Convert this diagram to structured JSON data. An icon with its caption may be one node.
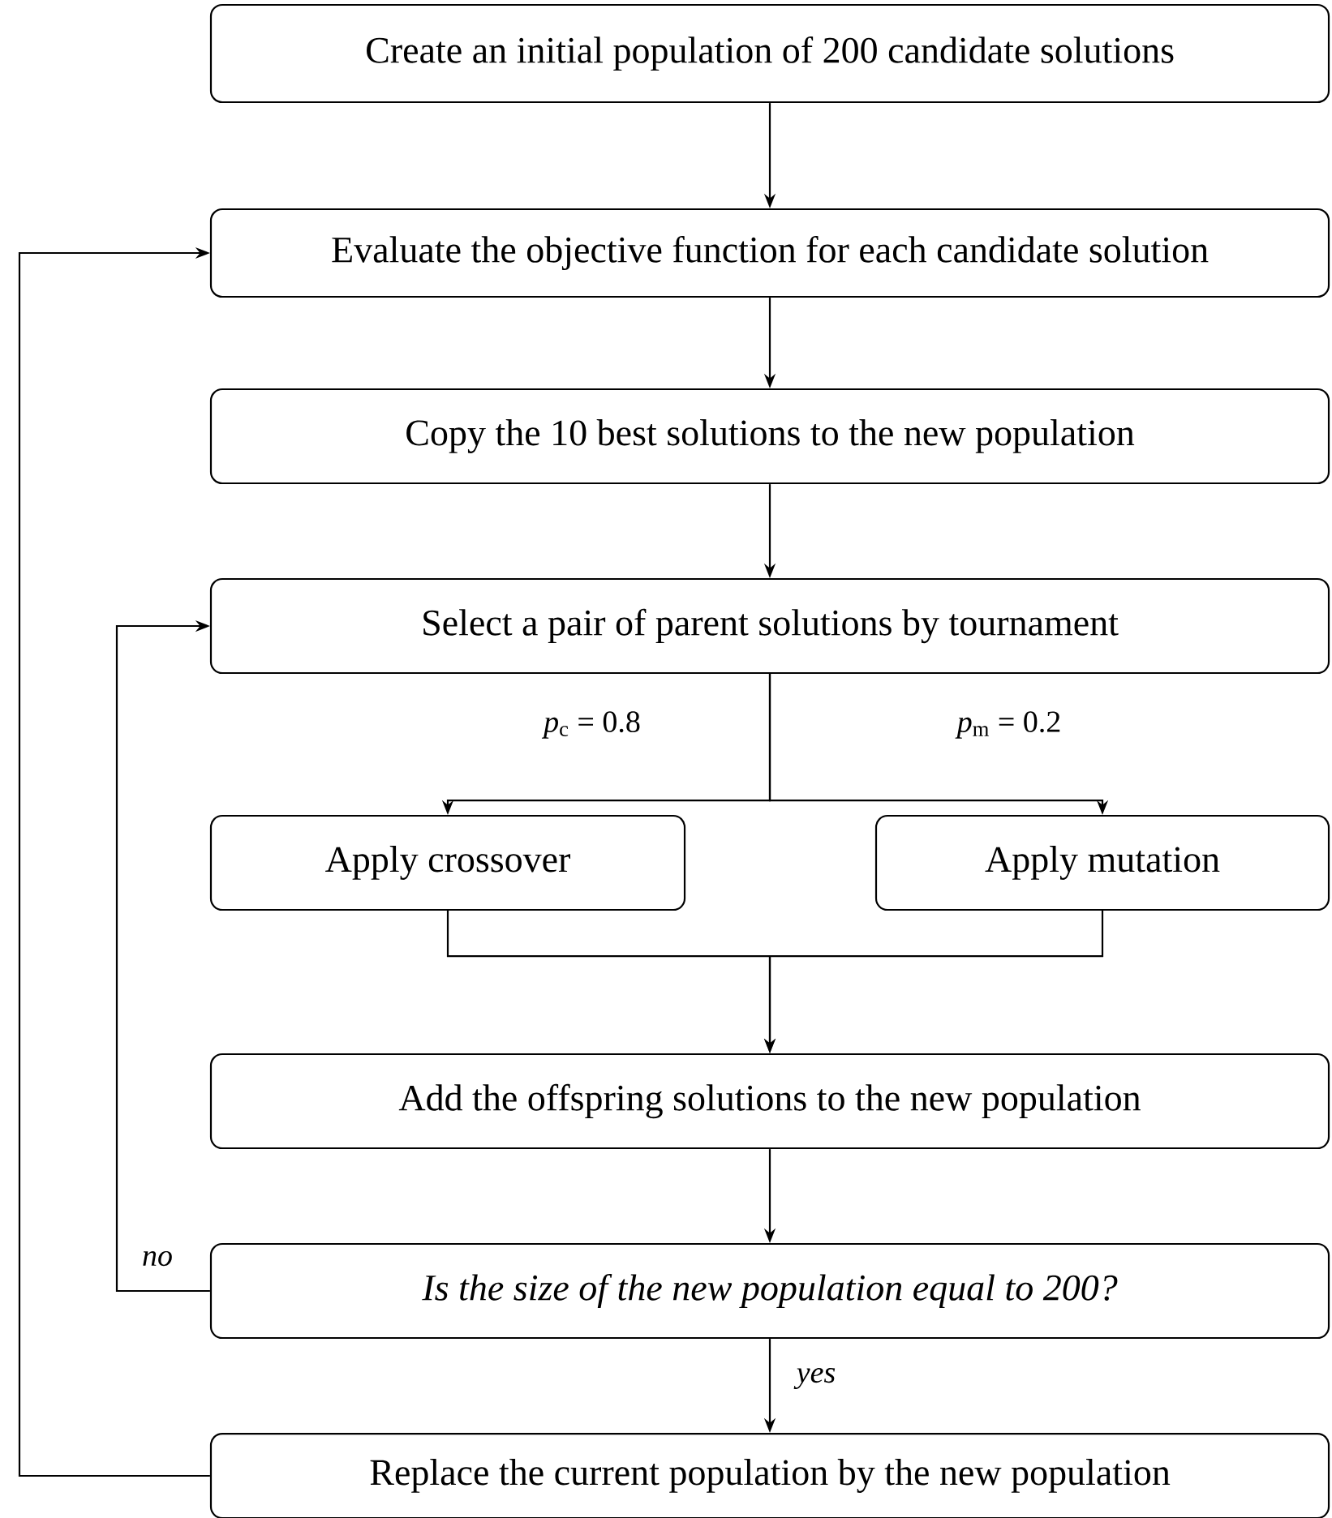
{
  "diagram": {
    "nodes": [
      {
        "text": [
          "Create an initial population of 200 candidate solutions"
        ]
      },
      {
        "text": [
          "Evaluate the objective function for each candidate solution"
        ]
      },
      {
        "text": [
          "Copy the 10 best solutions to the new population"
        ]
      },
      {
        "text": [
          "Select a pair of parent solutions by tournament"
        ]
      },
      {
        "text": [
          "Apply crossover"
        ]
      },
      {
        "text": [
          "Apply mutation"
        ]
      },
      {
        "text": [
          "Add the offspring solutions to the new population"
        ]
      },
      {
        "text": [
          "Is the size of the new population equal to 200?"
        ]
      },
      {
        "text": [
          "Replace the current population by the new population"
        ]
      }
    ],
    "edges": [
      {
        "from": 0,
        "to": 1,
        "arrow": "to"
      },
      {
        "from": 1,
        "to": 2,
        "arrow": "to"
      },
      {
        "from": 2,
        "to": 3,
        "arrow": "to"
      },
      {
        "from": 3,
        "to": 4,
        "arrow": "to",
        "label": "*p*$_{c}$ = 0.8"
      },
      {
        "from": 3,
        "to": 5,
        "arrow": "to",
        "label": "*p*$_{m}$ = 0.2"
      },
      {
        "from": 4,
        "to": 6,
        "arrow": "to"
      },
      {
        "from": 5,
        "to": 6,
        "arrow": "to"
      },
      {
        "from": 6,
        "to": 7,
        "arrow": "to"
      },
      {
        "from": 7,
        "to": 3,
        "arrow": "to",
        "label": "no"
      },
      {
        "from": 7,
        "to": 8,
        "arrow": "to",
        "label": "yes"
      },
      {
        "from": 8,
        "to": 1,
        "arrow": "to"
      }
    ]
  }
}
